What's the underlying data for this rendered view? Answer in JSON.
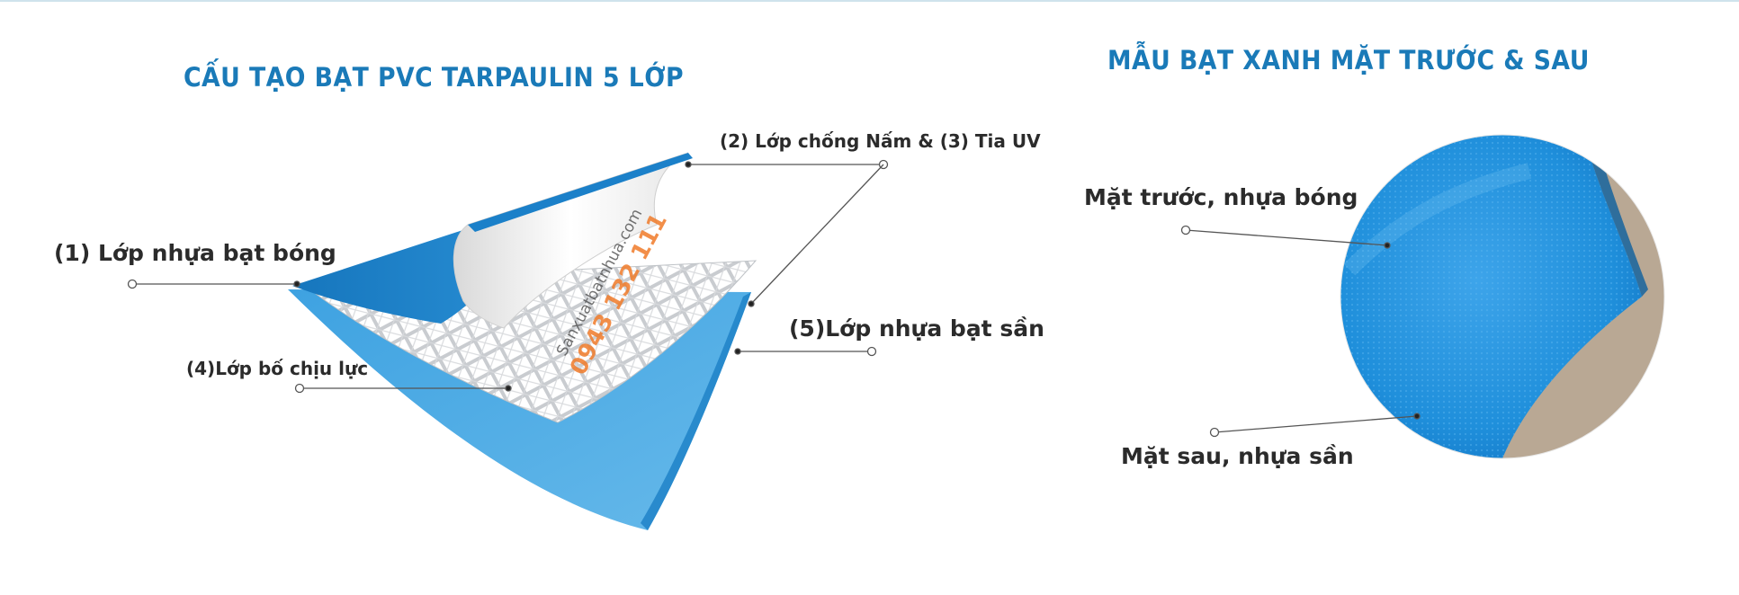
{
  "left_panel": {
    "title": "CẤU TẠO BẠT PVC TARPAULIN 5 LỚP",
    "labels": {
      "layer_1": "(1) Lớp nhựa bạt bóng",
      "layer_2_3": "(2) Lớp chống Nấm & (3) Tia UV",
      "layer_4": "(4)Lớp bố chịu lực",
      "layer_5": "(5)Lớp nhựa bạt sần"
    },
    "watermark": {
      "site": "Sanxuatbatnhua.com",
      "phone": "0943 132 111"
    }
  },
  "right_panel": {
    "title": "MẪU BẠT XANH MẶT TRƯỚC & SAU",
    "labels": {
      "front": "Mặt trước, nhựa bóng",
      "back": "Mặt sau, nhựa sần"
    }
  },
  "colors": {
    "title": "#1a7ab8",
    "label_text": "#2b2b2b",
    "tarp_blue": "#1e87cf",
    "tarp_light_blue": "#47a9e6",
    "fabric_white": "#f4f4f4",
    "watermark": "#f07b2a",
    "leader_line": "#555555"
  }
}
